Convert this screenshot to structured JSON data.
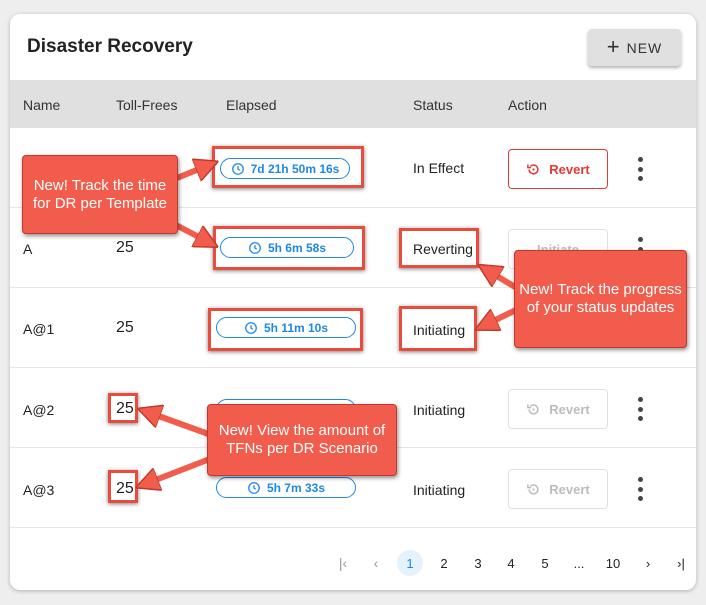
{
  "card": {
    "title": "Disaster Recovery",
    "new_button": {
      "icon": "plus-icon",
      "label": "NEW"
    }
  },
  "table": {
    "columns": [
      "Name",
      "Toll-Frees",
      "Elapsed",
      "Status",
      "Action"
    ],
    "rows": [
      {
        "name": "",
        "toll_frees": "",
        "elapsed": "7d 21h 50m 16s",
        "status": "In Effect",
        "action": "Revert",
        "action_state": "active"
      },
      {
        "name": "A",
        "toll_frees": "25",
        "elapsed": "5h 6m 58s",
        "status": "Reverting",
        "action": "Initiate",
        "action_state": "disabled"
      },
      {
        "name": "A@1",
        "toll_frees": "25",
        "elapsed": "5h 11m 10s",
        "status": "Initiating",
        "action": "",
        "action_state": "disabled"
      },
      {
        "name": "A@2",
        "toll_frees": "25",
        "elapsed": "",
        "status": "Initiating",
        "action": "Revert",
        "action_state": "disabled"
      },
      {
        "name": "A@3",
        "toll_frees": "25",
        "elapsed": "5h 7m 33s",
        "status": "Initiating",
        "action": "Revert",
        "action_state": "disabled"
      }
    ]
  },
  "pagination": {
    "first": "|‹",
    "prev": "‹",
    "pages": [
      "1",
      "2",
      "3",
      "4",
      "5",
      "...",
      "10"
    ],
    "current": "1",
    "next": "›",
    "last": "›|"
  },
  "annotations": {
    "callout_elapsed": "New! Track the time for DR per Template",
    "callout_status": "New! Track the progress of your status updates",
    "callout_tfn": "New! View the amount of TFNs per DR Scenario"
  },
  "colors": {
    "accent_blue": "#1e88e5",
    "revert_red": "#e53935",
    "callout_red": "#f25c4c",
    "highlight_border": "#e74c3c"
  }
}
